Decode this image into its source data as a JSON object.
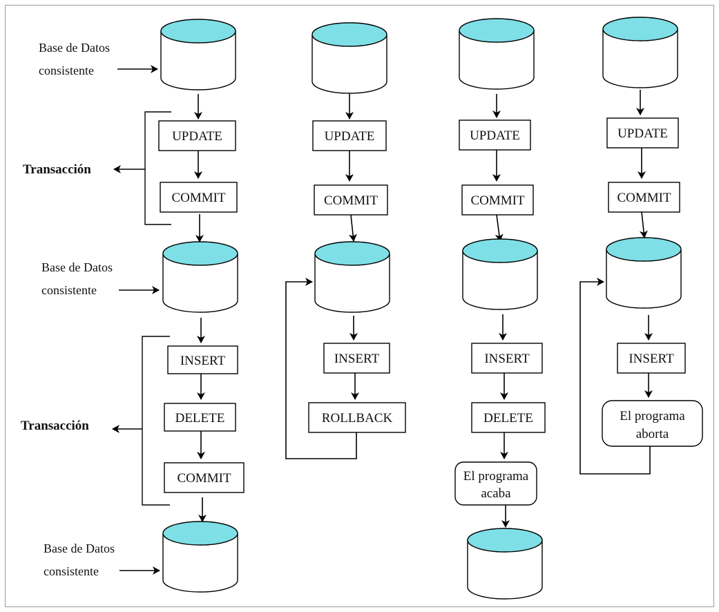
{
  "labels": {
    "consistent_db_line1": "Base de Datos",
    "consistent_db_line2": "consistente",
    "transaction": "Transacción",
    "update": "UPDATE",
    "commit": "COMMIT",
    "insert": "INSERT",
    "delete": "DELETE",
    "rollback": "ROLLBACK",
    "program_ends_line1": "El programa",
    "program_ends_line2": "acaba",
    "program_aborts_line1": "El programa",
    "program_aborts_line2": "aborta"
  },
  "colors": {
    "db_top": "#7fdfe6",
    "stroke": "#000000",
    "background": "#ffffff"
  }
}
